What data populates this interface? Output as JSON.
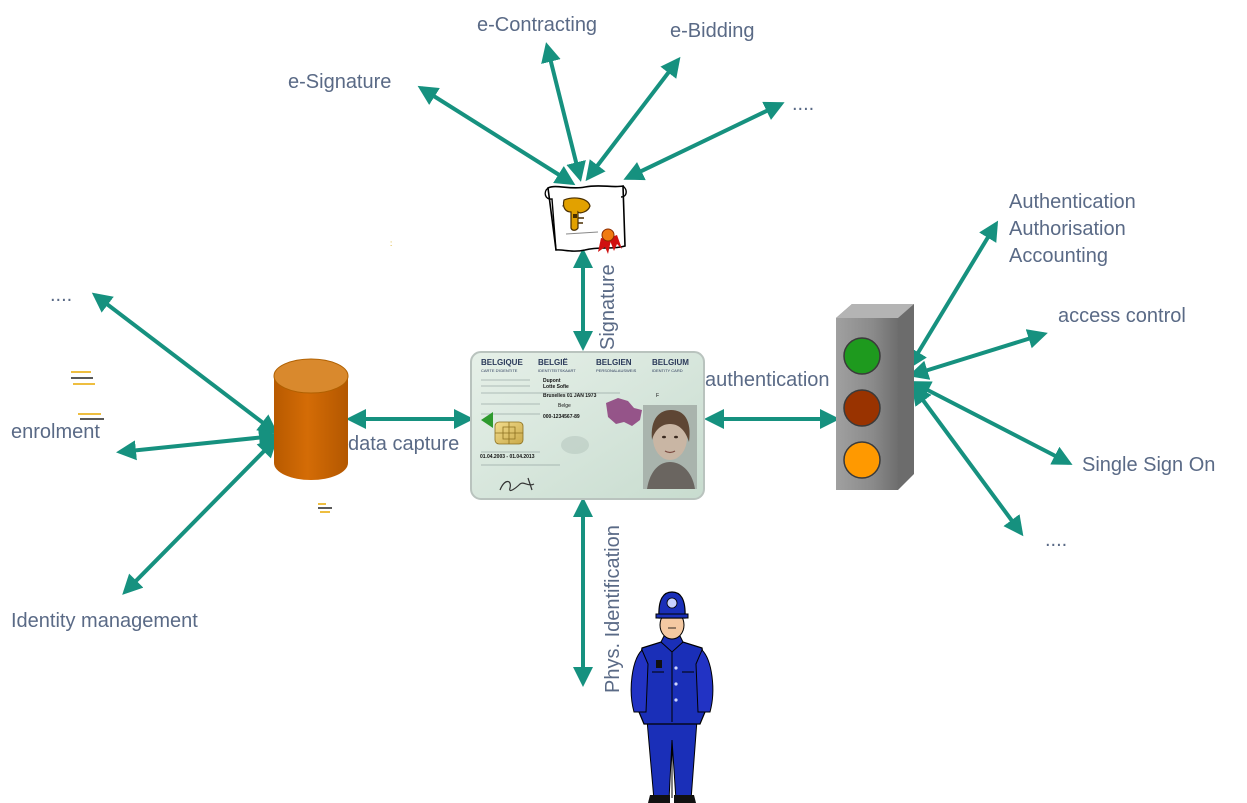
{
  "labels": {
    "e_contracting": "e-Contracting",
    "e_bidding": "e-Bidding",
    "e_signature": "e-Signature",
    "more_top": "....",
    "aaa": [
      "Authentication",
      "Authorisation",
      "Accounting"
    ],
    "access_control": "access control",
    "single_sign_on": "Single Sign On",
    "more_right": "....",
    "more_left": "....",
    "enrolment": "enrolment",
    "identity_management": "Identity management",
    "data_capture": "data capture",
    "authentication": "authentication",
    "signature": "Signature",
    "phys_identification": "Phys. Identification"
  },
  "id_card": {
    "header": [
      "BELGIQUE",
      "BELGIË",
      "BELGIEN",
      "BELGIUM"
    ],
    "subheader": [
      "CARTE D'IDENTITE",
      "IDENTITEITSKAART",
      "PERSONALAUSWEIS",
      "IDENTITY CARD"
    ],
    "surname": "Dupont",
    "given_name": "Lotte Sofie",
    "birth": "Bruxelles 01 JAN 1973",
    "nationality": "Belge",
    "card_no": "000-1234567-89",
    "validity": "01.04.2003 - 01.04.2013",
    "sex": "F"
  },
  "colors": {
    "arrow": "#16917f",
    "text": "#5a6a86",
    "database": "#cc6600",
    "database_top": "#d9892d",
    "light_green": "#1e9a1e",
    "light_red": "#993300",
    "light_amber": "#ff9900",
    "light_body": "#8c8c8c",
    "police_blue": "#1a2fb8"
  }
}
